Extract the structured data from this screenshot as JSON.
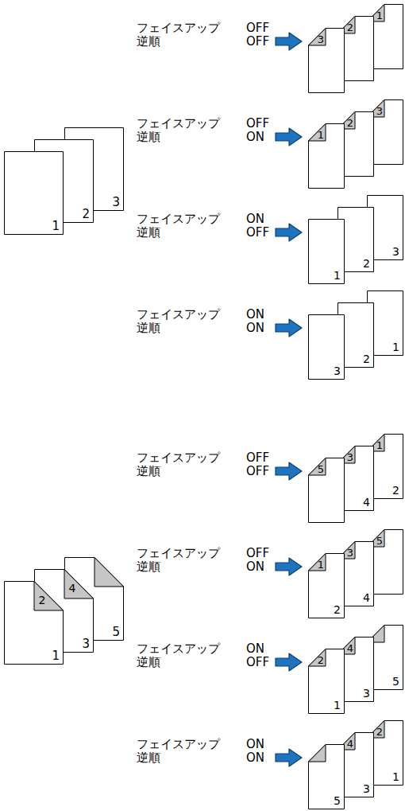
{
  "diagram": {
    "nodes": [
      {
        "text": [
          "1"
        ]
      },
      {
        "text": [
          "2"
        ]
      },
      {
        "text": [
          "3"
        ]
      },
      {
        "text": [
          "3"
        ]
      },
      {
        "text": [
          "2"
        ]
      },
      {
        "text": [
          "1"
        ]
      },
      {
        "text": [
          "1"
        ]
      },
      {
        "text": [
          "2"
        ]
      },
      {
        "text": [
          "3"
        ]
      },
      {
        "text": [
          "1"
        ]
      },
      {
        "text": [
          "2"
        ]
      },
      {
        "text": [
          "3"
        ]
      },
      {
        "text": [
          "3"
        ]
      },
      {
        "text": [
          "2"
        ]
      },
      {
        "text": [
          "1"
        ]
      },
      {
        "text": [
          "2",
          "1"
        ]
      },
      {
        "text": [
          "4",
          "3"
        ]
      },
      {
        "text": [
          "5"
        ]
      },
      {
        "text": [
          "5"
        ]
      },
      {
        "text": [
          "3",
          "4"
        ]
      },
      {
        "text": [
          "1",
          "2"
        ]
      },
      {
        "text": [
          "1",
          "2"
        ]
      },
      {
        "text": [
          "3",
          "4"
        ]
      },
      {
        "text": [
          "5"
        ]
      },
      {
        "text": [
          "2",
          "1"
        ]
      },
      {
        "text": [
          "4",
          "3"
        ]
      },
      {
        "text": [
          "5"
        ]
      },
      {
        "text": [
          "5"
        ]
      },
      {
        "text": [
          "4",
          "3"
        ]
      },
      {
        "text": [
          "2",
          "1"
        ]
      }
    ],
    "labels": [
      "フェイスアップ",
      "OFF",
      "逆順",
      "OFF",
      "フェイスアップ",
      "OFF",
      "逆順",
      "ON",
      "フェイスアップ",
      "ON",
      "逆順",
      "OFF",
      "フェイスアップ",
      "ON",
      "逆順",
      "ON",
      "フェイスアップ",
      "OFF",
      "逆順",
      "OFF",
      "フェイスアップ",
      "OFF",
      "逆順",
      "ON",
      "フェイスアップ",
      "ON",
      "逆順",
      "OFF",
      "フェイスアップ",
      "ON",
      "逆順",
      "ON"
    ]
  }
}
